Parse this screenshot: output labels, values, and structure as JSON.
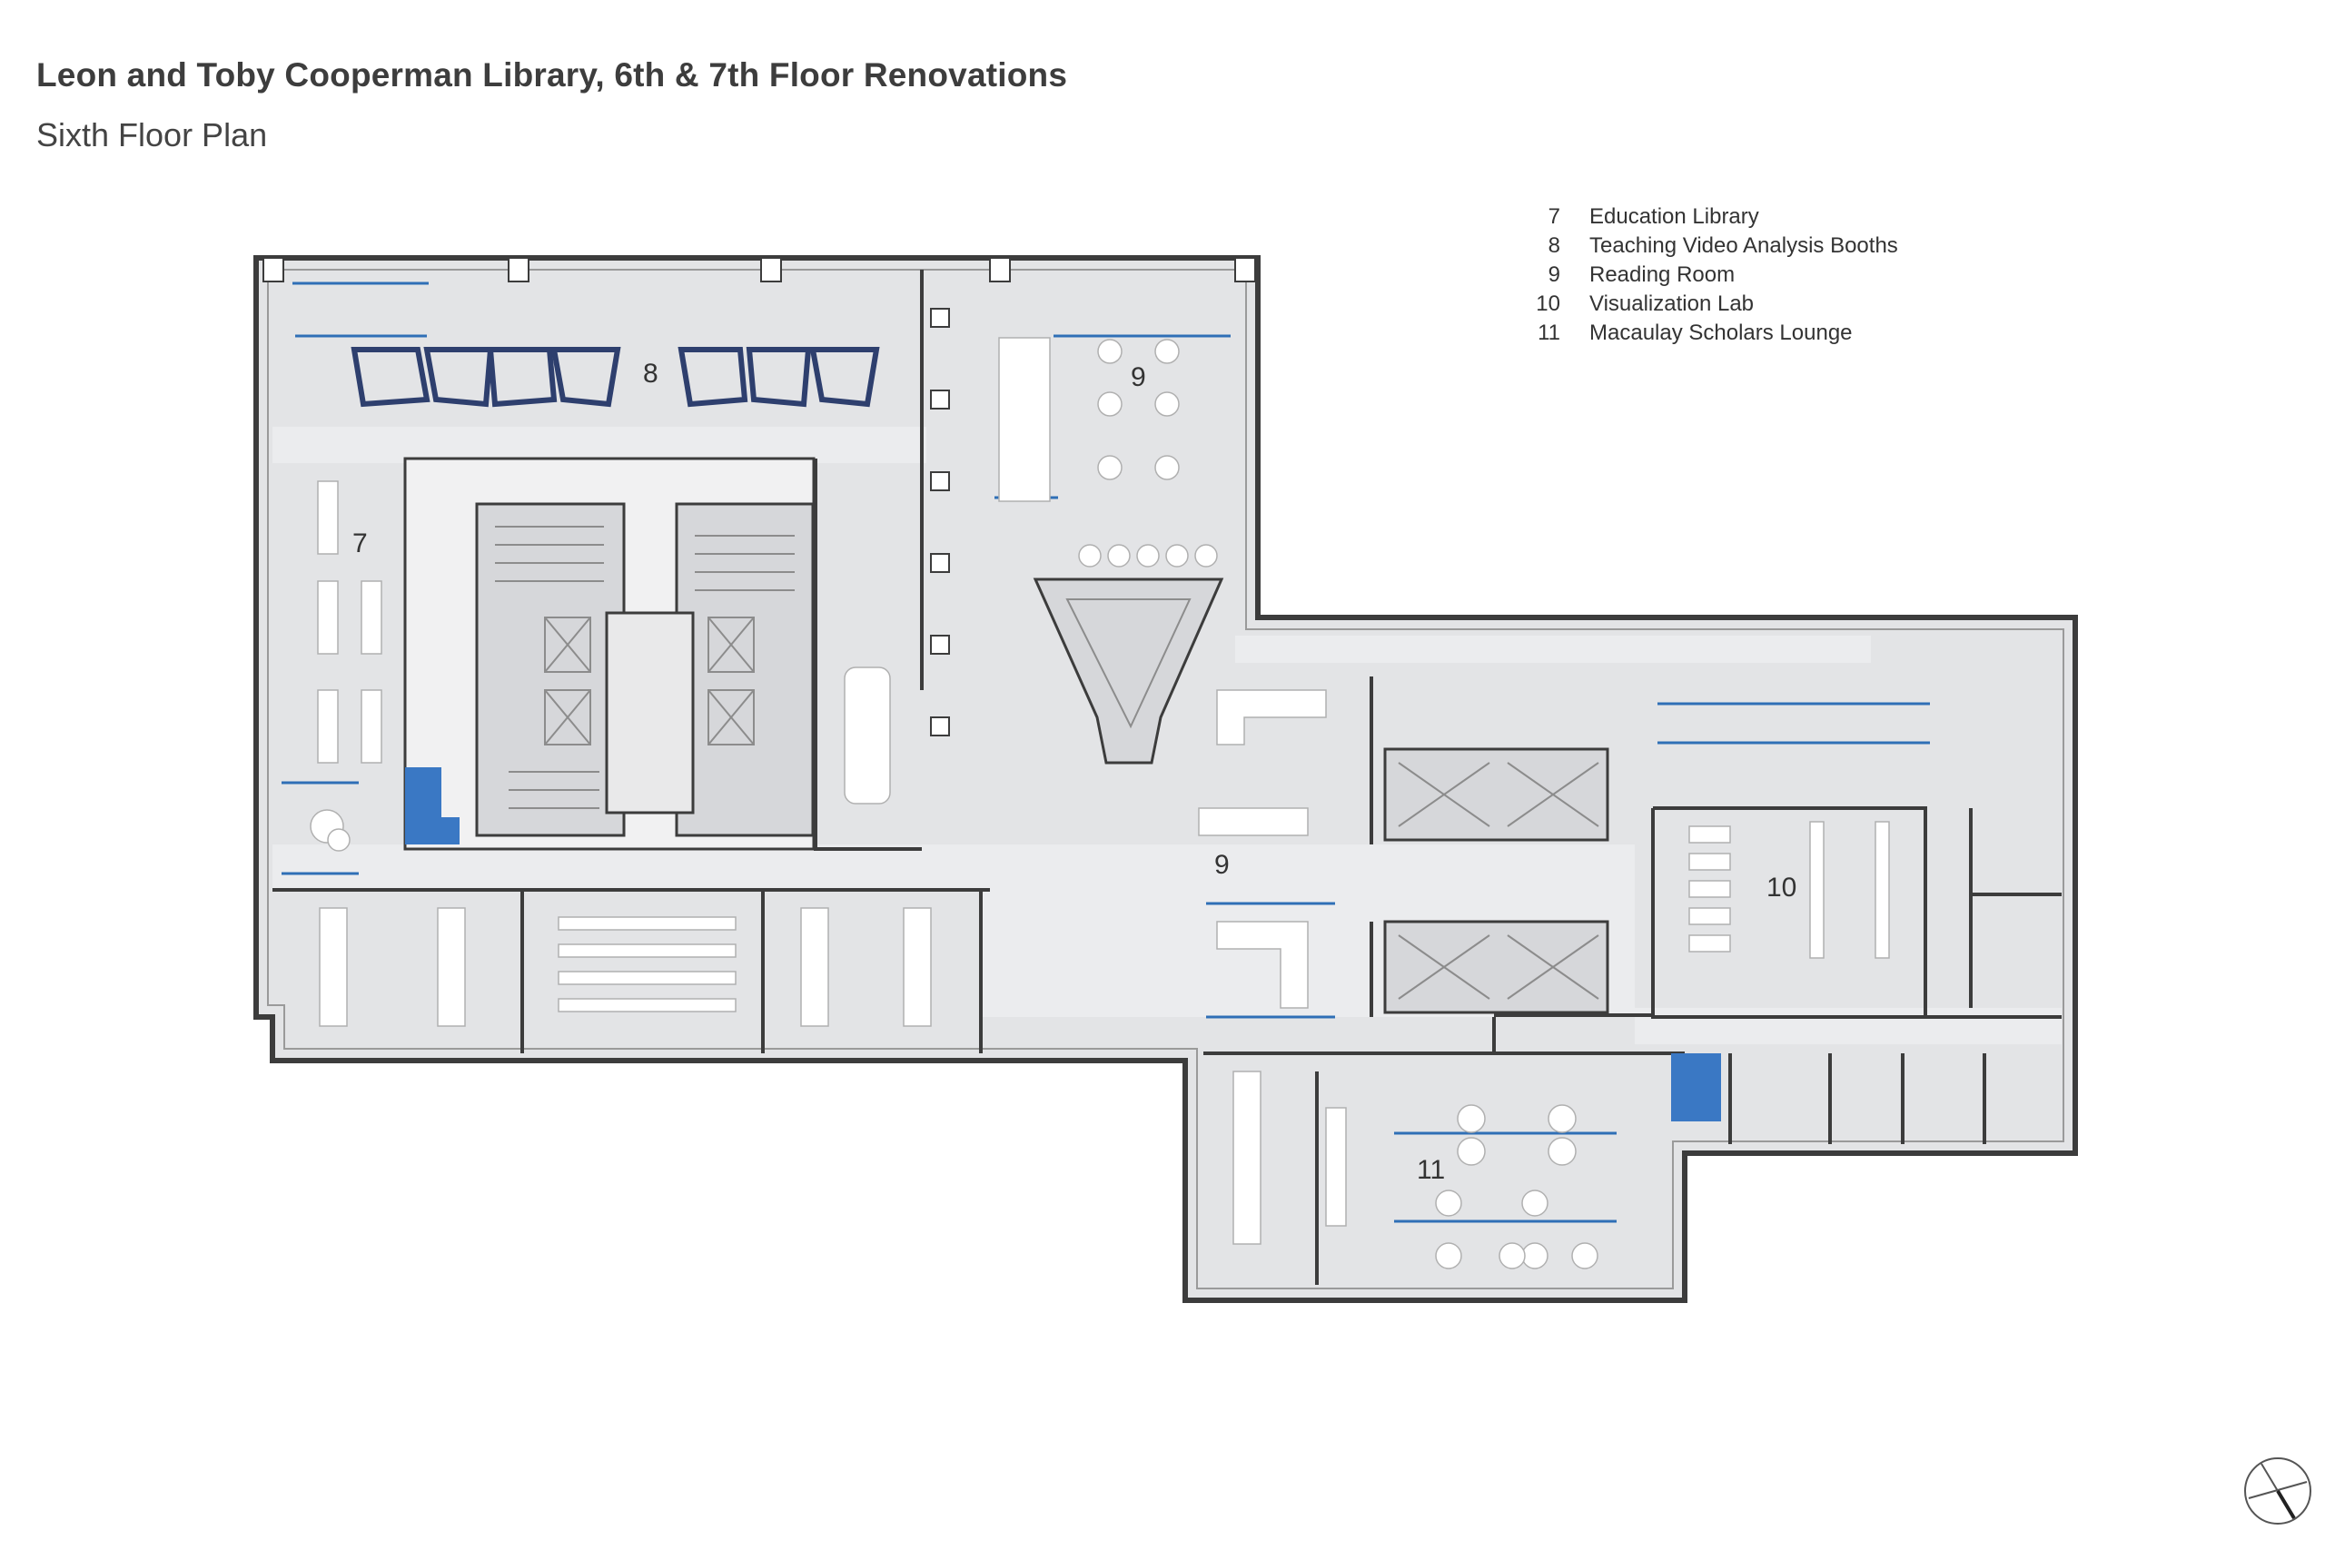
{
  "header": {
    "title": "Leon and Toby Cooperman Library, 6th & 7th Floor Renovations",
    "subtitle": "Sixth Floor Plan"
  },
  "legend": [
    {
      "number": "7",
      "label": "Education Library"
    },
    {
      "number": "8",
      "label": "Teaching Video Analysis Booths"
    },
    {
      "number": "9",
      "label": "Reading Room"
    },
    {
      "number": "10",
      "label": "Visualization Lab"
    },
    {
      "number": "11",
      "label": "Macaulay Scholars Lounge"
    }
  ],
  "plan_labels": {
    "education_library": "7",
    "booths": "8",
    "reading_room_north": "9",
    "reading_room_center": "9",
    "visualization_lab": "10",
    "scholars_lounge": "11"
  },
  "colors": {
    "floor": "#e3e4e6",
    "corridor": "#ebecee",
    "wall": "#3c3c3c",
    "accent_blue": "#2f6fb6",
    "booth_navy": "#2e3f6e",
    "furniture": "#ffffff"
  },
  "compass": {
    "icon": "north-arrow-icon"
  }
}
